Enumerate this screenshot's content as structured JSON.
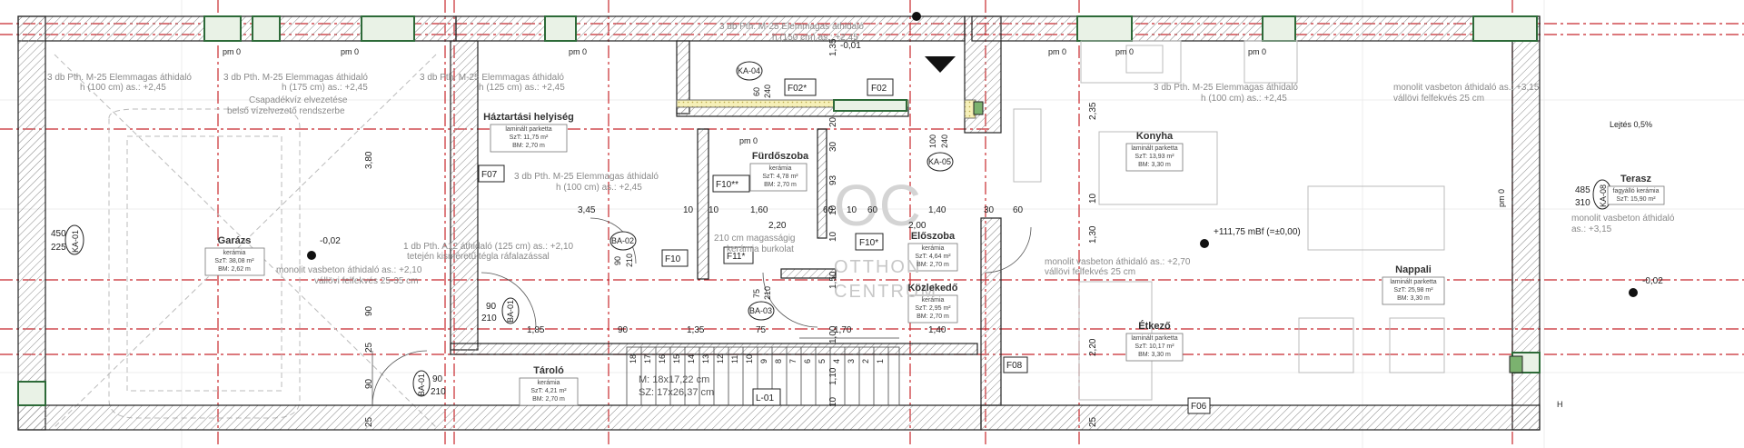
{
  "watermark": {
    "logo": "OC",
    "line1": "OTTHON",
    "line2": "CENTRUM"
  },
  "rooms": [
    {
      "name": "Garázs",
      "finish": "kerámia",
      "area": "SzT: 38,08 m²",
      "height": "BM: 2,62 m"
    },
    {
      "name": "Háztartási helyiség",
      "finish": "laminált parketta",
      "area": "SzT: 11,75 m²",
      "height": "BM: 2,70 m"
    },
    {
      "name": "Fürdőszoba",
      "finish": "kerámia",
      "area": "SzT: 4,78 m²",
      "height": "BM: 2,70 m"
    },
    {
      "name": "Előszoba",
      "finish": "kerámia",
      "area": "SzT: 4,64 m²",
      "height": "BM: 2,70 m"
    },
    {
      "name": "Közlekedő",
      "finish": "kerámia",
      "area": "SzT: 2,95 m²",
      "height": "BM: 2,70 m"
    },
    {
      "name": "Tároló",
      "finish": "kerámia",
      "area": "SzT: 4,21 m²",
      "height": "BM: 2,70 m"
    },
    {
      "name": "Konyha",
      "finish": "laminált parketta",
      "area": "SzT: 13,93 m²",
      "height": "BM: 3,30 m"
    },
    {
      "name": "Étkező",
      "finish": "laminált parketta",
      "area": "SzT: 10,17 m²",
      "height": "BM: 3,30 m"
    },
    {
      "name": "Nappali",
      "finish": "laminált parketta",
      "area": "SzT: 25,98 m²",
      "height": "BM: 3,30 m"
    },
    {
      "name": "Terasz",
      "finish": "fagyálló kerámia",
      "area": "SzT: 15,90 m²",
      "height": ""
    }
  ],
  "notes": {
    "n1": "3 db Pth. M-25 Elemmagas áthidaló",
    "n1b": "h (100 cm) as.: +2,45",
    "n2": "3 db Pth. M-25 Elemmagas áthidaló",
    "n2b": "h (175 cm) as.: +2,45",
    "n3": "3 db Pth. M-25 Elemmagas áthidaló",
    "n3b": "h (125 cm) as.: +2,45",
    "n4": "3 db Pth. M-25 Elemmagas áthidaló",
    "n4b": "h (150 cm) as.: +2,45",
    "n5": "3 db Pth. M-25 Elemmagas áthidaló",
    "n5b": "h (100 cm) as.: +2,45",
    "n6": "3 db Pth. M-25 Elemmagas áthidaló",
    "n6b": "h (100 cm) as.: +2,45",
    "rain1": "Csapadékvíz elvezetése",
    "rain2": "belső vízelvezető rendszerbe",
    "mono1": "monolit vasbeton áthidaló as.: +3,15",
    "mono1b": "vállövi felfekvés 25 cm",
    "mono2": "monolit vasbeton áthidaló as.: +2,10",
    "mono2b": "vállövi felfekvés 25-35 cm",
    "mono3": "monolit vasbeton áthidaló as.: +2,70",
    "mono3b": "vállövi felfekvés 25 cm",
    "mono4": "monolit vasbeton áthidaló",
    "mono4b": "as.: +3,15",
    "a12a": "1 db Pth. A12 áthidaló (125 cm) as.: +2,10",
    "a12b": "tetején kisméretű tégla ráfalazással",
    "tile1": "210 cm magasságig",
    "tile2": "kerámia burkolat",
    "slope": "Lejtés 0,5%",
    "level": "+111,75 mBf (=±0,00)",
    "stair1": "M: 18x17,22 cm",
    "stair2": "SZ: 17x26,37 cm"
  },
  "levels": {
    "l1": "pm 0",
    "l2": "pm 0",
    "l3": "pm 0",
    "l4": "pm 0",
    "l5": "pm 0",
    "l6": "pm 0",
    "l7": "pm 0",
    "l8": "pm 0",
    "minus1": "-0,01",
    "minus2": "-0,02",
    "minus3": "-0,02"
  },
  "tags": {
    "ka01": "KA-01",
    "ka04": "KA-04",
    "ka05": "KA-05",
    "ka08": "KA-08",
    "ba01a": "BA-01",
    "ba01b": "BA-01",
    "ba02": "BA-02",
    "ba03": "BA-03",
    "f02a": "F02*",
    "f02b": "F02",
    "f07": "F07",
    "f10a": "F10**",
    "f10b": "F10",
    "f10c": "F10*",
    "f11": "F11*",
    "f08": "F08",
    "f06": "F06",
    "l01": "L-01"
  },
  "openings": {
    "ka01t": "450",
    "ka01b": "225",
    "ka04t": "60",
    "ka04b": "240",
    "ka05t": "100",
    "ka05b": "240",
    "ka08t": "485",
    "ka08b": "310",
    "ba01at": "90",
    "ba01ab": "210",
    "ba01bt": "90",
    "ba01bb": "210",
    "ba02t": "90",
    "ba02b": "210",
    "ba03t": "75",
    "ba03b": "210"
  },
  "dims": {
    "d345": "3,45",
    "d10a": "10",
    "d10b": "10",
    "d160": "1,60",
    "d60a": "60",
    "d10c": "10",
    "d60b": "60",
    "d140a": "1,40",
    "d30": "30",
    "d60c": "60",
    "d220": "2,20",
    "d200": "2,00",
    "d185": "1,85",
    "d90": "90",
    "d135": "1,35",
    "d75": "75",
    "d170": "1,70",
    "d140b": "1,40",
    "v380": "3,80",
    "v90a": "90",
    "v25a": "25",
    "v90b": "90",
    "v25b": "25",
    "v135": "1,35",
    "v20": "20",
    "v30a": "30",
    "v93": "93",
    "v10a": "10",
    "v10b": "10",
    "v150": "1,50",
    "v100": "1,00",
    "v110": "1,10",
    "v10c": "10",
    "v235": "2,35",
    "v10d": "10",
    "v130": "1,30",
    "v220": "2,20",
    "v25c": "25"
  },
  "stair_numbers": [
    "18",
    "17",
    "16",
    "15",
    "14",
    "13",
    "12",
    "11",
    "10",
    "9",
    "8",
    "7",
    "6",
    "5",
    "4",
    "3",
    "2",
    "1"
  ],
  "misc": {
    "h": "H"
  }
}
